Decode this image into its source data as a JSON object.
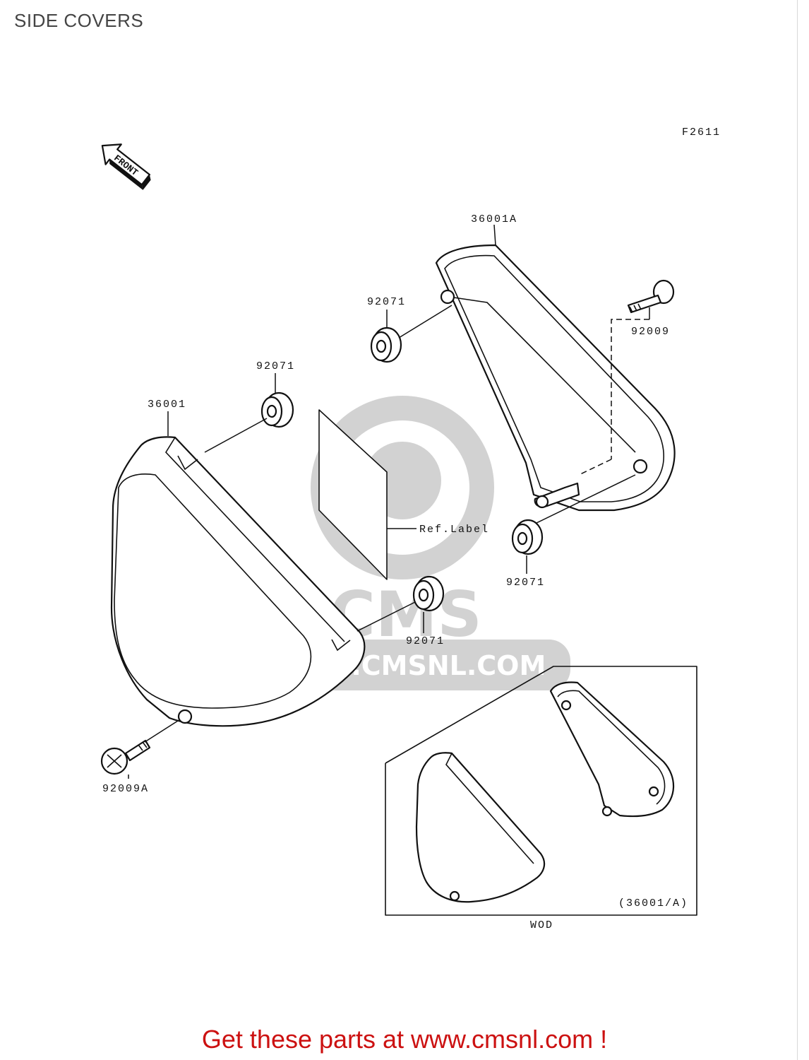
{
  "page": {
    "title": "SIDE COVERS",
    "footer": "Get these parts at www.cmsnl.com !"
  },
  "diagram": {
    "figure_code": "F2611",
    "front_indicator": "FRONT",
    "callouts": {
      "c36001A": "36001A",
      "c36001": "36001",
      "c92071_top": "92071",
      "c92071_left": "92071",
      "c92071_right": "92071",
      "c92071_center": "92071",
      "c92009": "92009",
      "c92009A": "92009A",
      "ref_label": "Ref.Label"
    },
    "inset": {
      "caption": "(36001/A)",
      "note": "WOD"
    }
  },
  "watermark": {
    "text": "WWW.CMSNL.COM",
    "logo": "CMS",
    "color": "#d2d2d2"
  }
}
